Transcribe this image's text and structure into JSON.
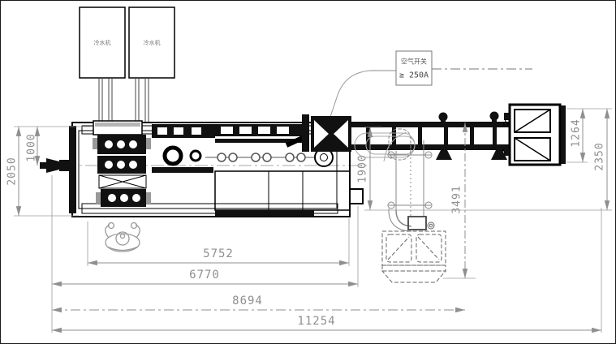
{
  "drawing": {
    "chillers": {
      "unit1_label": "冷水机",
      "unit2_label": "冷水机"
    },
    "breaker": {
      "name": "空气开关",
      "rating": "≥ 250A"
    },
    "dimensions": {
      "left_height_overall": "2050",
      "left_height_inner": "1000",
      "machine_length": "5752",
      "frame_length": "6770",
      "line_length": "8694",
      "overall_length": "11254",
      "mid_height": "1900",
      "discharge_offset": "3491",
      "right_width_inner": "1264",
      "right_width_overall": "2350"
    }
  }
}
